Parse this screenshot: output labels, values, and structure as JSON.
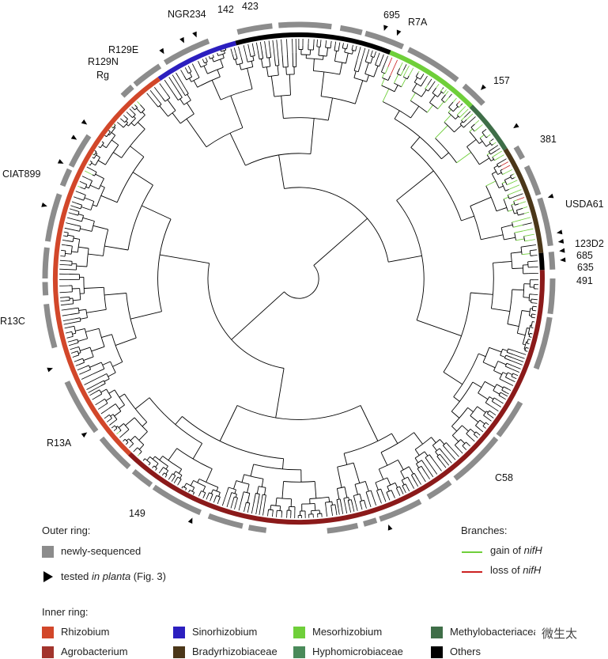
{
  "tree": {
    "clade_colors": {
      "rhizobium": "#d2472a",
      "agrobacterium": "#8b1a1a",
      "sinorhizobium": "#2c1fbf",
      "mesorhizobium": "#6fcf3a",
      "methylobacteriaceae": "#3f6e48",
      "bradyrhizobiaceae": "#4b3719",
      "hyphomicrobiaceae": "#4a8a5a",
      "others": "#000000"
    },
    "outer_ring_color": "#8c8c8c",
    "gain_color": "#6fcf3a",
    "loss_color": "#cc2222",
    "branch_color": "#000000"
  },
  "strain_labels": [
    {
      "id": "ngr234",
      "text": "NGR234"
    },
    {
      "id": "142",
      "text": "142"
    },
    {
      "id": "423",
      "text": "423"
    },
    {
      "id": "695",
      "text": "695"
    },
    {
      "id": "r7a",
      "text": "R7A"
    },
    {
      "id": "157",
      "text": "157"
    },
    {
      "id": "381",
      "text": "381"
    },
    {
      "id": "usda61",
      "text": "USDA61"
    },
    {
      "id": "123d2",
      "text": "123D2"
    },
    {
      "id": "685",
      "text": "685"
    },
    {
      "id": "635",
      "text": "635"
    },
    {
      "id": "491",
      "text": "491"
    },
    {
      "id": "c58",
      "text": "C58"
    },
    {
      "id": "149",
      "text": "149"
    },
    {
      "id": "r13a",
      "text": "R13A"
    },
    {
      "id": "r13c",
      "text": "R13C"
    },
    {
      "id": "ciat899",
      "text": "CIAT899"
    },
    {
      "id": "rg",
      "text": "Rg"
    },
    {
      "id": "r129n",
      "text": "R129N"
    },
    {
      "id": "r129e",
      "text": "R129E"
    }
  ],
  "legend": {
    "outer_ring": {
      "title": "Outer ring:",
      "newly_sequenced": "newly-sequenced",
      "tested_prefix": "tested ",
      "tested_italic": "in planta",
      "tested_suffix": " (Fig. 3)"
    },
    "branches": {
      "title": "Branches:",
      "gain_prefix": "gain of ",
      "loss_prefix": "loss of ",
      "gene": "nifH"
    },
    "inner_ring": {
      "title": "Inner ring:",
      "items": [
        {
          "label": "Rhizobium",
          "color": "#d2472a"
        },
        {
          "label": "Sinorhizobium",
          "color": "#2c1fbf"
        },
        {
          "label": "Mesorhizobium",
          "color": "#6fcf3a"
        },
        {
          "label": "Methylobacteriaceae",
          "color": "#3f6e48"
        },
        {
          "label": "Agrobacterium",
          "color": "#a2342c"
        },
        {
          "label": "Bradyrhizobiaceae",
          "color": "#4b3719"
        },
        {
          "label": "Hyphomicrobiaceae",
          "color": "#4a8a5a"
        },
        {
          "label": "Others",
          "color": "#000000"
        }
      ]
    }
  },
  "watermark": "微生太"
}
